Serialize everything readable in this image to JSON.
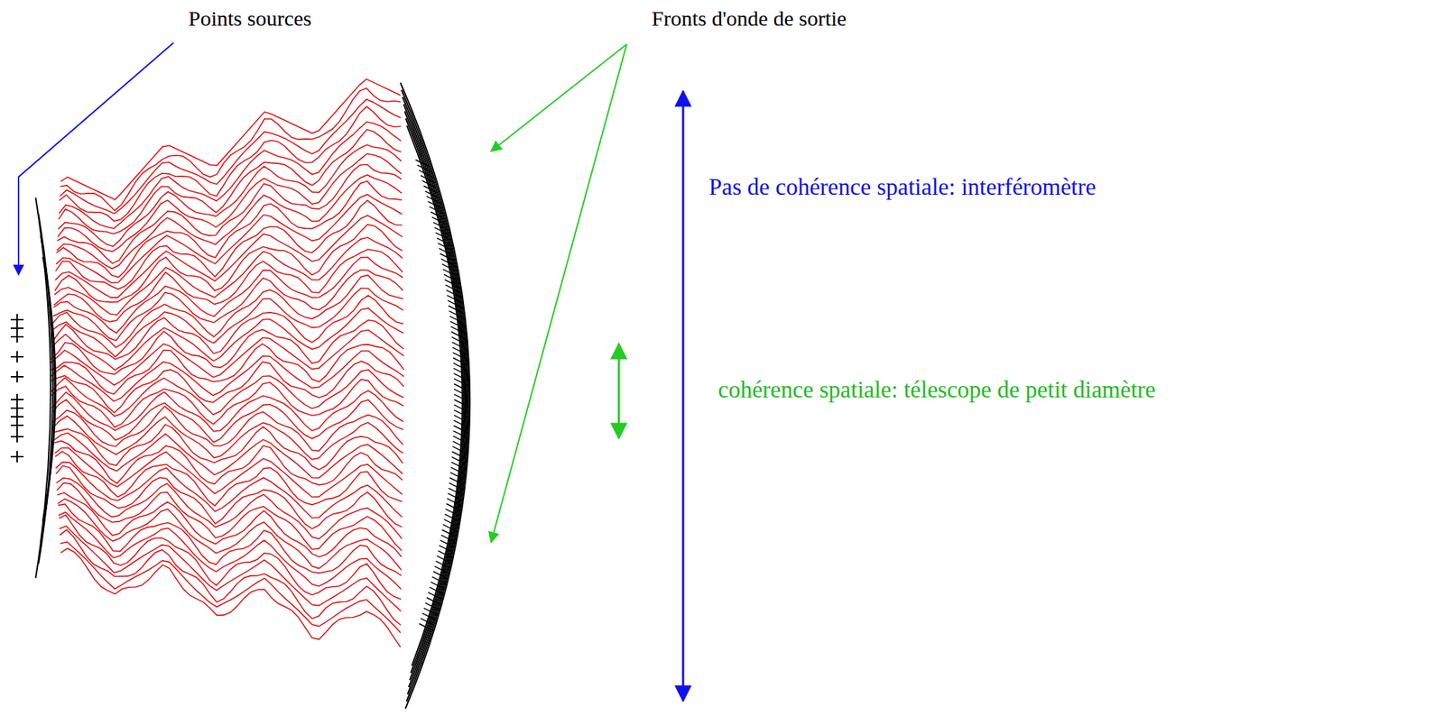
{
  "diagram": {
    "labels": [
      "Points sources",
      "Fronts d'onde de sortie",
      "Pas de cohérence spatiale: interféromètre",
      "cohérence spatiale: télescope de petit diamètre"
    ]
  }
}
